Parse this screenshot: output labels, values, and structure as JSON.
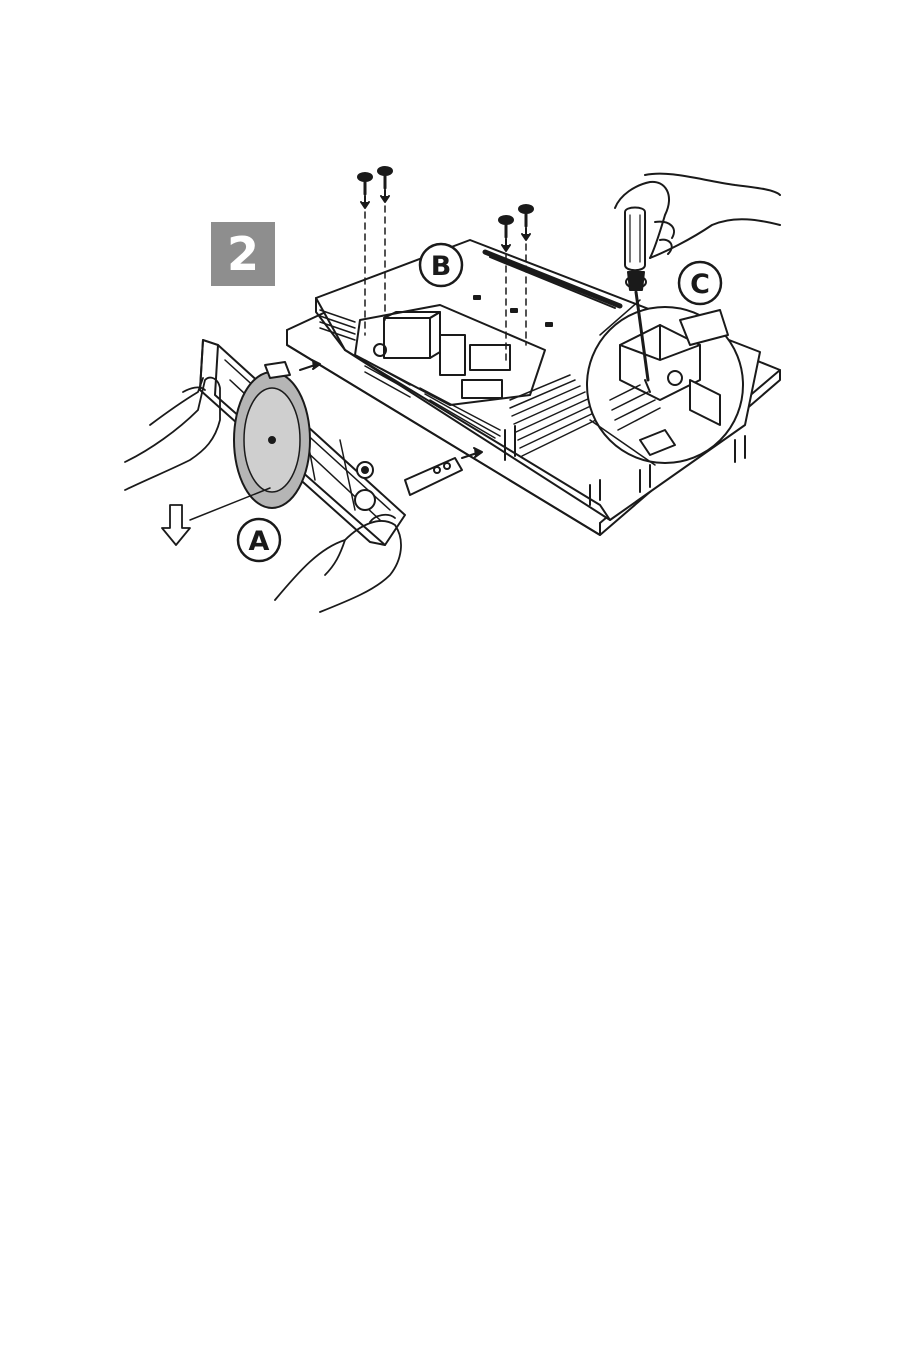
{
  "step": {
    "number": "2",
    "badge_color": "#8e8e8e"
  },
  "callouts": {
    "a": "A",
    "b": "B",
    "c": "C"
  },
  "colors": {
    "line": "#1a1a1a",
    "plate": "#b5b5b5",
    "background": "#ffffff"
  }
}
